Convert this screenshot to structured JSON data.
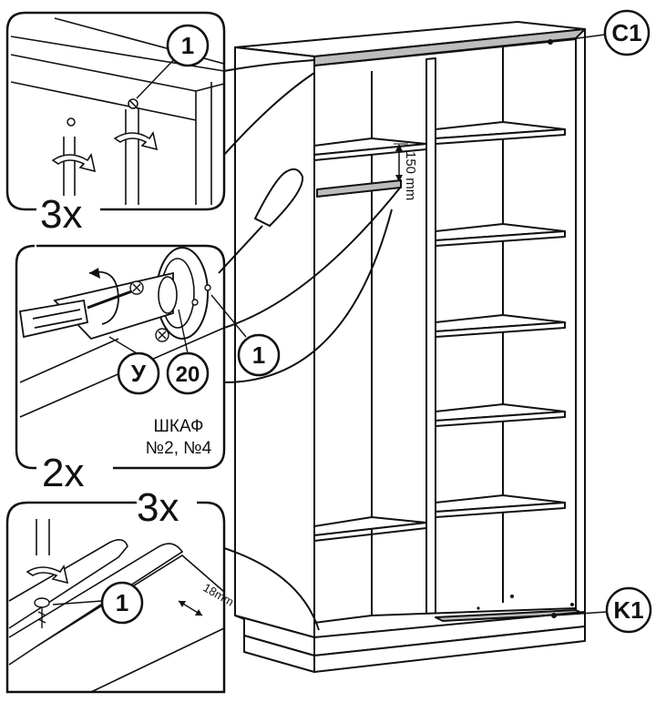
{
  "labels": {
    "c1": "C1",
    "k1": "K1",
    "part1": "1",
    "part_y": "У",
    "part_20": "20",
    "count_top": "3x",
    "count_middle": "2x",
    "count_bottom": "3x",
    "dimension_150": "150 mm",
    "dimension_18": "18mm",
    "note_line1": "ШКАФ",
    "note_line2": "№2, №4"
  },
  "colors": {
    "line": "#111111",
    "rail_fill": "#bdbdbd",
    "paper": "#ffffff"
  },
  "icons": [
    "screwdriver-icon",
    "screw-icon",
    "rotation-arrow-icon"
  ]
}
